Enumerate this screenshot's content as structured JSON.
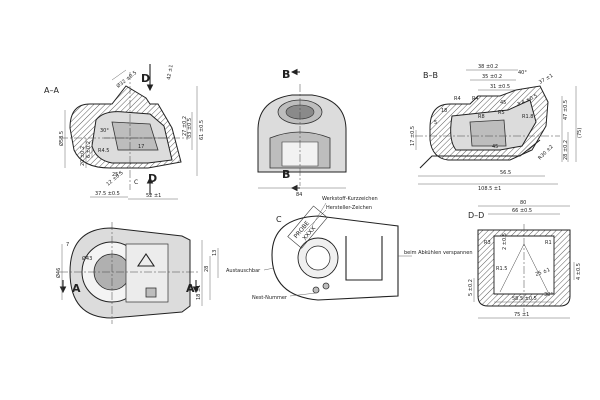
{
  "views": {
    "aa": {
      "label": "A–A",
      "dims": [
        "Ø32 ±0.5",
        "42 ±1",
        "27 ±0.2",
        "33 ±0.5",
        "61 ±0.5",
        "Ø58.5",
        "20 ±0.2",
        "6 ±0.2",
        "R4.5",
        "30°",
        "25°",
        "12 ±0.5",
        "17",
        "37.5 ±0.5",
        "52 ±1",
        "C"
      ],
      "section_marks": [
        "D",
        "D"
      ]
    },
    "bb_view": {
      "dims": [
        "84"
      ],
      "section_marks": [
        "B",
        "B"
      ]
    },
    "bb": {
      "label": "B–B",
      "dims": [
        "38 ±0.2",
        "35 ±0.2",
        "31 ±0.5",
        "40°",
        "37 ±1",
        "R4",
        "R4",
        "R8",
        "45",
        "R5",
        "18",
        "5",
        "17 ±0.5",
        "3.4 ±0.5",
        "R1.8",
        "45",
        "R30 ±2",
        "47 ±0.5",
        "28 ±0.2",
        "(75)",
        "56.5",
        "108.5 ±1"
      ]
    },
    "plan": {
      "dims": [
        "Ø46",
        "Ø43",
        "7",
        "13",
        "28",
        "18 ±1"
      ],
      "section_marks": [
        "A",
        "A"
      ]
    },
    "detail_c": {
      "label": "C",
      "stamp_text": [
        "PROBE",
        "XXXX"
      ],
      "callouts": [
        "Werkstoff-Kurzzeichen",
        "Hersteller-Zeichen",
        "Austauschbar",
        "Nest-Nummer",
        "beim Abkühlen verspannen"
      ]
    },
    "dd": {
      "label": "D–D",
      "dims": [
        "80",
        "66 ±0.5",
        "R3",
        "R1",
        "2 ±0.5",
        "R1.5",
        "25 ±1",
        "4 ±0.5",
        "5 ±0.2",
        "30°",
        "58.5 ±0.5",
        "75 ±1"
      ]
    }
  }
}
